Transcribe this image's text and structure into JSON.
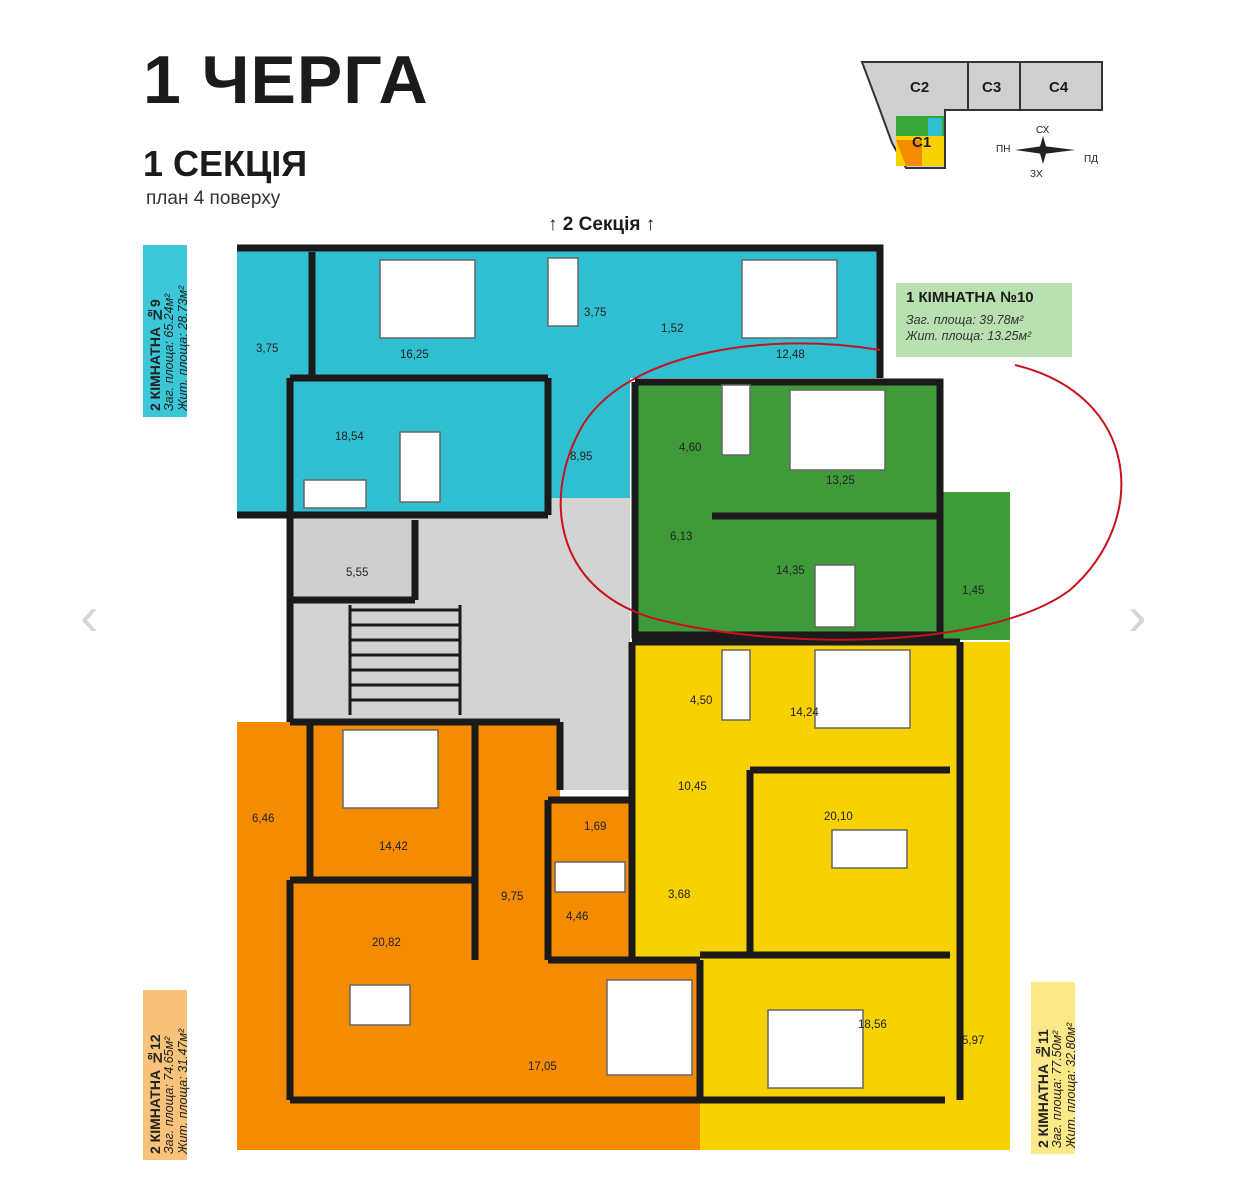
{
  "header": {
    "queue_title": "1 ЧЕРГА",
    "section_title": "1 СЕКЦІЯ",
    "plan_subtitle": "план 4 поверху",
    "section_link": "↑ 2 Секція ↑"
  },
  "key_plan": {
    "sections": [
      "С2",
      "С3",
      "С4",
      "С1"
    ],
    "compass": [
      "СХ",
      "ПН",
      "ПД",
      "ЗХ"
    ]
  },
  "apartments": {
    "apt9": {
      "title": "2 КІМНАТНА №9",
      "total": "Заг. площа: 65.24м²",
      "living": "Жит. площа: 28.73м²",
      "color": "#2fbfd0"
    },
    "apt10": {
      "title": "1 КІМНАТНА №10",
      "total": "Заг. площа: 39.78м²",
      "living": "Жит. площа: 13.25м²",
      "color": "#3f9a3a"
    },
    "apt11": {
      "title": "2 КІМНАТНА №11",
      "total": "Заг. площа: 77.50м²",
      "living": "Жит. площа: 32.80м²",
      "color": "#f7d100"
    },
    "apt12": {
      "title": "2 КІМНАТНА №12",
      "total": "Заг. площа: 74.65м²",
      "living": "Жит. площа: 31.47м²",
      "color": "#f58b00"
    }
  },
  "rooms": {
    "a9": [
      "3,75",
      "16,25",
      "3,75",
      "1,52",
      "12,48",
      "18,54",
      "8,95"
    ],
    "a10": [
      "4,60",
      "13,25",
      "6,13",
      "14,35",
      "1,45"
    ],
    "common": [
      "5,55"
    ],
    "a11": [
      "4,50",
      "14,24",
      "10,45",
      "20,10",
      "3,68",
      "18,56",
      "5,97"
    ],
    "a12": [
      "6,46",
      "14,42",
      "1,69",
      "9,75",
      "4,46",
      "20,82",
      "17,05"
    ]
  },
  "nav": {
    "prev": "‹",
    "next": "›"
  }
}
